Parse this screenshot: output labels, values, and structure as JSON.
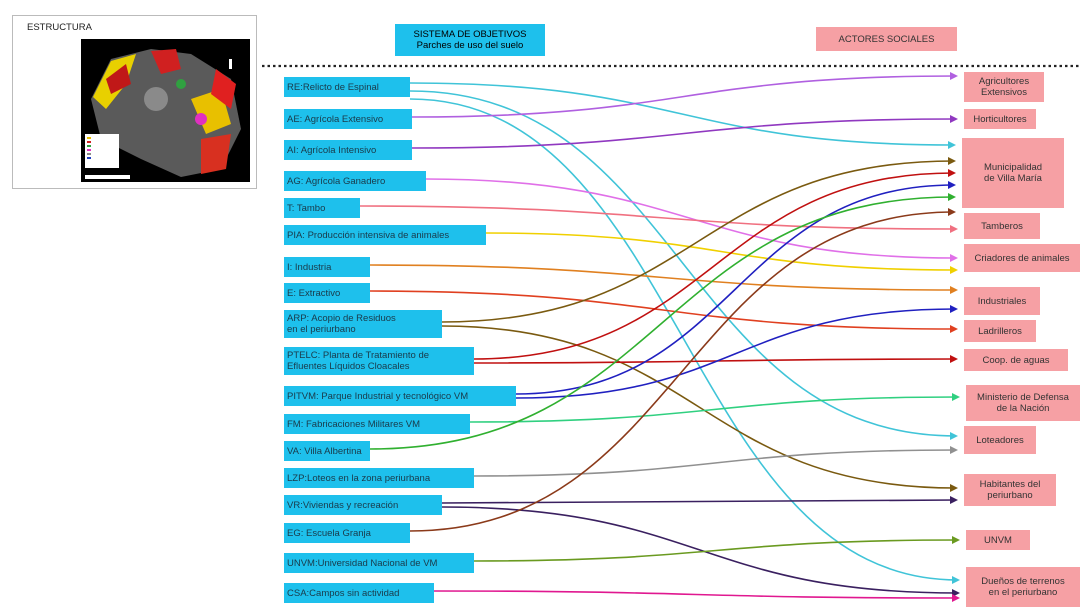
{
  "structure": {
    "title": "ESTRUCTURA"
  },
  "headers": {
    "objectives": "SISTEMA DE OBJETIVOS\nParches de uso del suelo",
    "actors": "ACTORES SOCIALES"
  },
  "objectives": [
    {
      "id": "RE",
      "label": "RE:Relicto de Espinal",
      "color": "#40c4d8"
    },
    {
      "id": "AE",
      "label": "AE: Agrícola Extensivo",
      "color": "#b060e0"
    },
    {
      "id": "AI",
      "label": "AI: Agrícola Intensivo",
      "color": "#9038c0"
    },
    {
      "id": "AG",
      "label": "AG: Agrícola Ganadero",
      "color": "#e070e8"
    },
    {
      "id": "T",
      "label": "T: Tambo",
      "color": "#f07080"
    },
    {
      "id": "PIA",
      "label": "PIA: Producción intensiva de animales",
      "color": "#f0d000"
    },
    {
      "id": "I",
      "label": "I: Industria",
      "color": "#e08020"
    },
    {
      "id": "E",
      "label": "E: Extractivo",
      "color": "#e04020"
    },
    {
      "id": "ARP",
      "label": "ARP: Acopio de Residuos\nen el periurbano",
      "color": "#7a5a10"
    },
    {
      "id": "PTELC",
      "label": "PTELC: Planta de Tratamiento de\nEfluentes Líquidos Cloacales",
      "color": "#c01010"
    },
    {
      "id": "PITVM",
      "label": "PITVM: Parque Industrial y tecnológico VM",
      "color": "#2020c0"
    },
    {
      "id": "FM",
      "label": "FM: Fabricaciones Militares VM",
      "color": "#30d080"
    },
    {
      "id": "VA",
      "label": "VA: Villa Albertina",
      "color": "#30b030"
    },
    {
      "id": "LZP",
      "label": "LZP:Loteos en la zona periurbana",
      "color": "#909090"
    },
    {
      "id": "VR",
      "label": "VR:Viviendas y recreación",
      "color": "#3a2060"
    },
    {
      "id": "EG",
      "label": "EG: Escuela Granja",
      "color": "#8b3a1a"
    },
    {
      "id": "UNVM",
      "label": "UNVM:Universidad Nacional de VM",
      "color": "#6a9a20"
    },
    {
      "id": "CSA",
      "label": "CSA:Campos sin actividad",
      "color": "#e01890"
    }
  ],
  "actors": [
    {
      "id": "AgrExt",
      "label": "Agricultores\nExtensivos"
    },
    {
      "id": "Hort",
      "label": "Horticultores"
    },
    {
      "id": "Muni",
      "label": "Municipalidad\nde Villa María"
    },
    {
      "id": "Tamb",
      "label": "Tamberos"
    },
    {
      "id": "Criad",
      "label": "Criadores de animales"
    },
    {
      "id": "Indu",
      "label": "Industriales"
    },
    {
      "id": "Ladr",
      "label": "Ladrilleros"
    },
    {
      "id": "Coop",
      "label": "Coop. de aguas"
    },
    {
      "id": "MinDef",
      "label": "Ministerio de Defensa\nde la Nación"
    },
    {
      "id": "Lote",
      "label": "Loteadores"
    },
    {
      "id": "Habit",
      "label": "Habitantes del\nperiurbano"
    },
    {
      "id": "UNVM",
      "label": "UNVM"
    },
    {
      "id": "Duenos",
      "label": "Dueños de terrenos\nen el periurbano"
    }
  ],
  "links": [
    {
      "from": "RE",
      "to": "Muni"
    },
    {
      "from": "RE",
      "to": "Lote"
    },
    {
      "from": "RE",
      "to": "Duenos"
    },
    {
      "from": "AE",
      "to": "AgrExt"
    },
    {
      "from": "AI",
      "to": "Hort"
    },
    {
      "from": "AG",
      "to": "Criad"
    },
    {
      "from": "T",
      "to": "Tamb"
    },
    {
      "from": "PIA",
      "to": "Criad"
    },
    {
      "from": "I",
      "to": "Indu"
    },
    {
      "from": "E",
      "to": "Ladr"
    },
    {
      "from": "ARP",
      "to": "Muni"
    },
    {
      "from": "ARP",
      "to": "Habit"
    },
    {
      "from": "PTELC",
      "to": "Muni"
    },
    {
      "from": "PTELC",
      "to": "Coop"
    },
    {
      "from": "PITVM",
      "to": "Muni"
    },
    {
      "from": "PITVM",
      "to": "Indu"
    },
    {
      "from": "FM",
      "to": "MinDef"
    },
    {
      "from": "VA",
      "to": "Muni"
    },
    {
      "from": "LZP",
      "to": "Lote"
    },
    {
      "from": "VR",
      "to": "Habit"
    },
    {
      "from": "VR",
      "to": "Duenos"
    },
    {
      "from": "EG",
      "to": "Muni"
    },
    {
      "from": "UNVM",
      "to": "UNVM"
    },
    {
      "from": "CSA",
      "to": "Duenos"
    }
  ]
}
